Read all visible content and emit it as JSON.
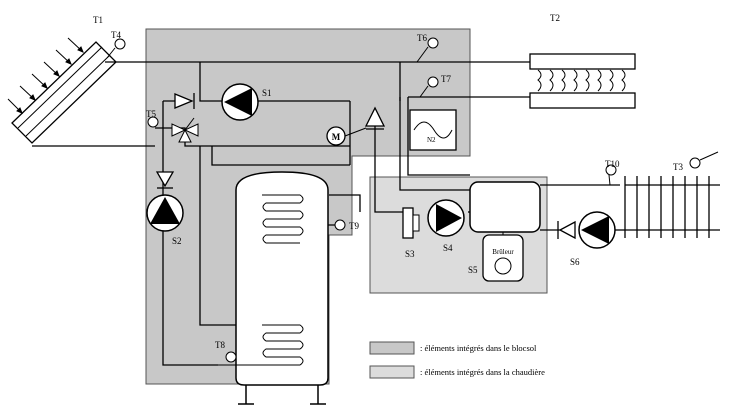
{
  "labels": {
    "t1": "T1",
    "t2": "T2",
    "t3": "T3",
    "t4": "T4",
    "t5": "T5",
    "t6": "T6",
    "t7": "T7",
    "t8": "T8",
    "t9": "T9",
    "t10": "T10",
    "s1": "S1",
    "s2": "S2",
    "s3": "S3",
    "s4": "S4",
    "s5": "S5",
    "s6": "S6",
    "n2": "N2",
    "motor": "M",
    "burner": "Brûleur"
  },
  "legend": {
    "blocsol": ": éléments intégrés dans le blocsol",
    "chaudiere": ": éléments intégrés dans la chaudière"
  },
  "colors": {
    "blocsol_fill": "#c8c8c8",
    "chaudiere_fill": "#dcdcdc",
    "line": "#000000",
    "background": "#ffffff"
  }
}
